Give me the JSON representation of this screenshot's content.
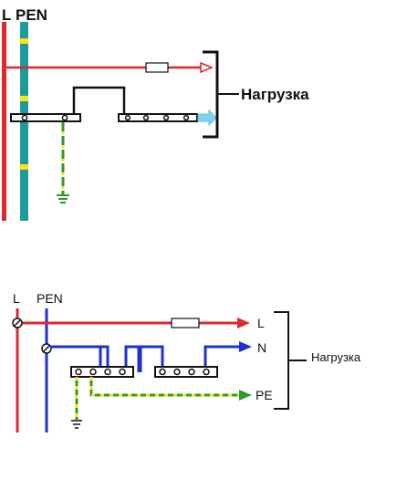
{
  "top": {
    "label_l": "L",
    "label_pen": "PEN",
    "load_label": "Нагрузка",
    "colors": {
      "phase": "#e3262d",
      "pen": "#1d9a9a",
      "pen_stripe": "#f5e613",
      "earth": "#2f9a2f",
      "terminal": "#111111",
      "arrow_phase": "#e3262d",
      "arrow_neutral": "#7fd3f0"
    }
  },
  "bottom": {
    "label_l": "L",
    "label_pen": "PEN",
    "out_l": "L",
    "out_n": "N",
    "out_pe": "PE",
    "load_label": "Нагрузка",
    "colors": {
      "phase": "#e3262d",
      "neutral": "#1f2fd1",
      "pe": "#2f9a2f",
      "pe_stripe": "#f5e613",
      "terminal": "#111111"
    }
  }
}
